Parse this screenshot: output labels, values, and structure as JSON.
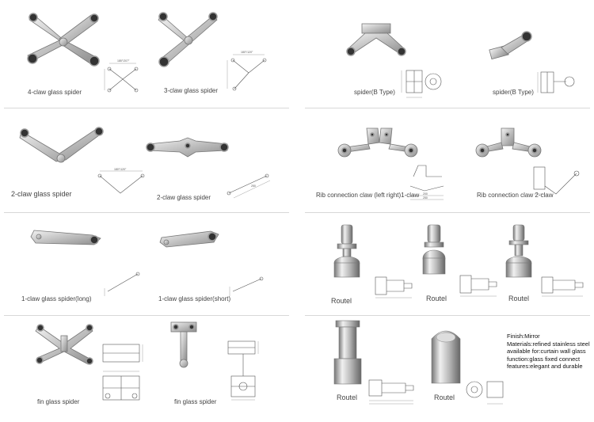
{
  "products": [
    {
      "label": "4-claw glass spider"
    },
    {
      "label": "3-claw glass spider"
    },
    {
      "label": "2-claw glass spider"
    },
    {
      "label": "2-claw glass spider"
    },
    {
      "label": "1-claw glass spider(long)"
    },
    {
      "label": "1-claw glass spider(short)"
    },
    {
      "label": "fin glass spider"
    },
    {
      "label": "fin glass spider"
    },
    {
      "label": "spider(B Type)"
    },
    {
      "label": "spider(B Type)"
    },
    {
      "label": "Rib connection claw (left right)1-claw"
    },
    {
      "label": "Rib connection claw 2-claw"
    },
    {
      "label": "Routel"
    },
    {
      "label": "Routel"
    },
    {
      "label": "Routel"
    },
    {
      "label": "Routel"
    },
    {
      "label": "Routel"
    }
  ],
  "spec": {
    "finish": "Finish:Mirror",
    "materials": "Materials:refined stainless steel",
    "available": "available for:curtain wall glass",
    "function": "function:glass fixed connect",
    "features": "features:elegant and durable"
  },
  "dims": {
    "angle_4claw": "185°/207°",
    "angle_3claw": "180°/120°",
    "angle_2claw_v": "180°/120°",
    "span_2claw_a": "200",
    "span_2claw_b": "250"
  }
}
